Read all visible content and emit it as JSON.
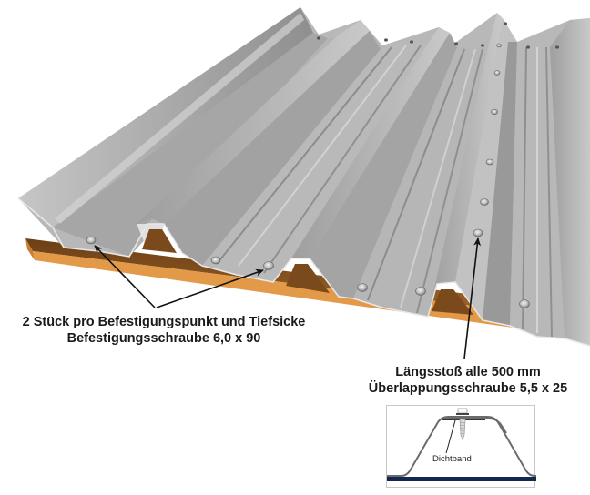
{
  "illustration": {
    "subject": "Trapezoidal steel roof sheet fastened on wooden purlin",
    "colors": {
      "sheet_light": "#c4c4c4",
      "sheet_mid": "#a9a9a9",
      "sheet_dark": "#8a8a8a",
      "beam_front": "#e39a48",
      "beam_top": "#7a4a1c",
      "arrow": "#111111",
      "inset_base": "#13294b"
    }
  },
  "callouts": [
    {
      "id": "fastening",
      "line1": "2 Stück pro Befestigungspunkt und Tiefsicke",
      "line2": "Befestigungsschraube 6,0 x 90"
    },
    {
      "id": "overlap",
      "line1": "Längsstoß alle 500 mm",
      "line2": "Überlappungsschraube 5,5 x 25"
    }
  ],
  "inset": {
    "title": "cross-section detail",
    "label": "Dichtband"
  }
}
